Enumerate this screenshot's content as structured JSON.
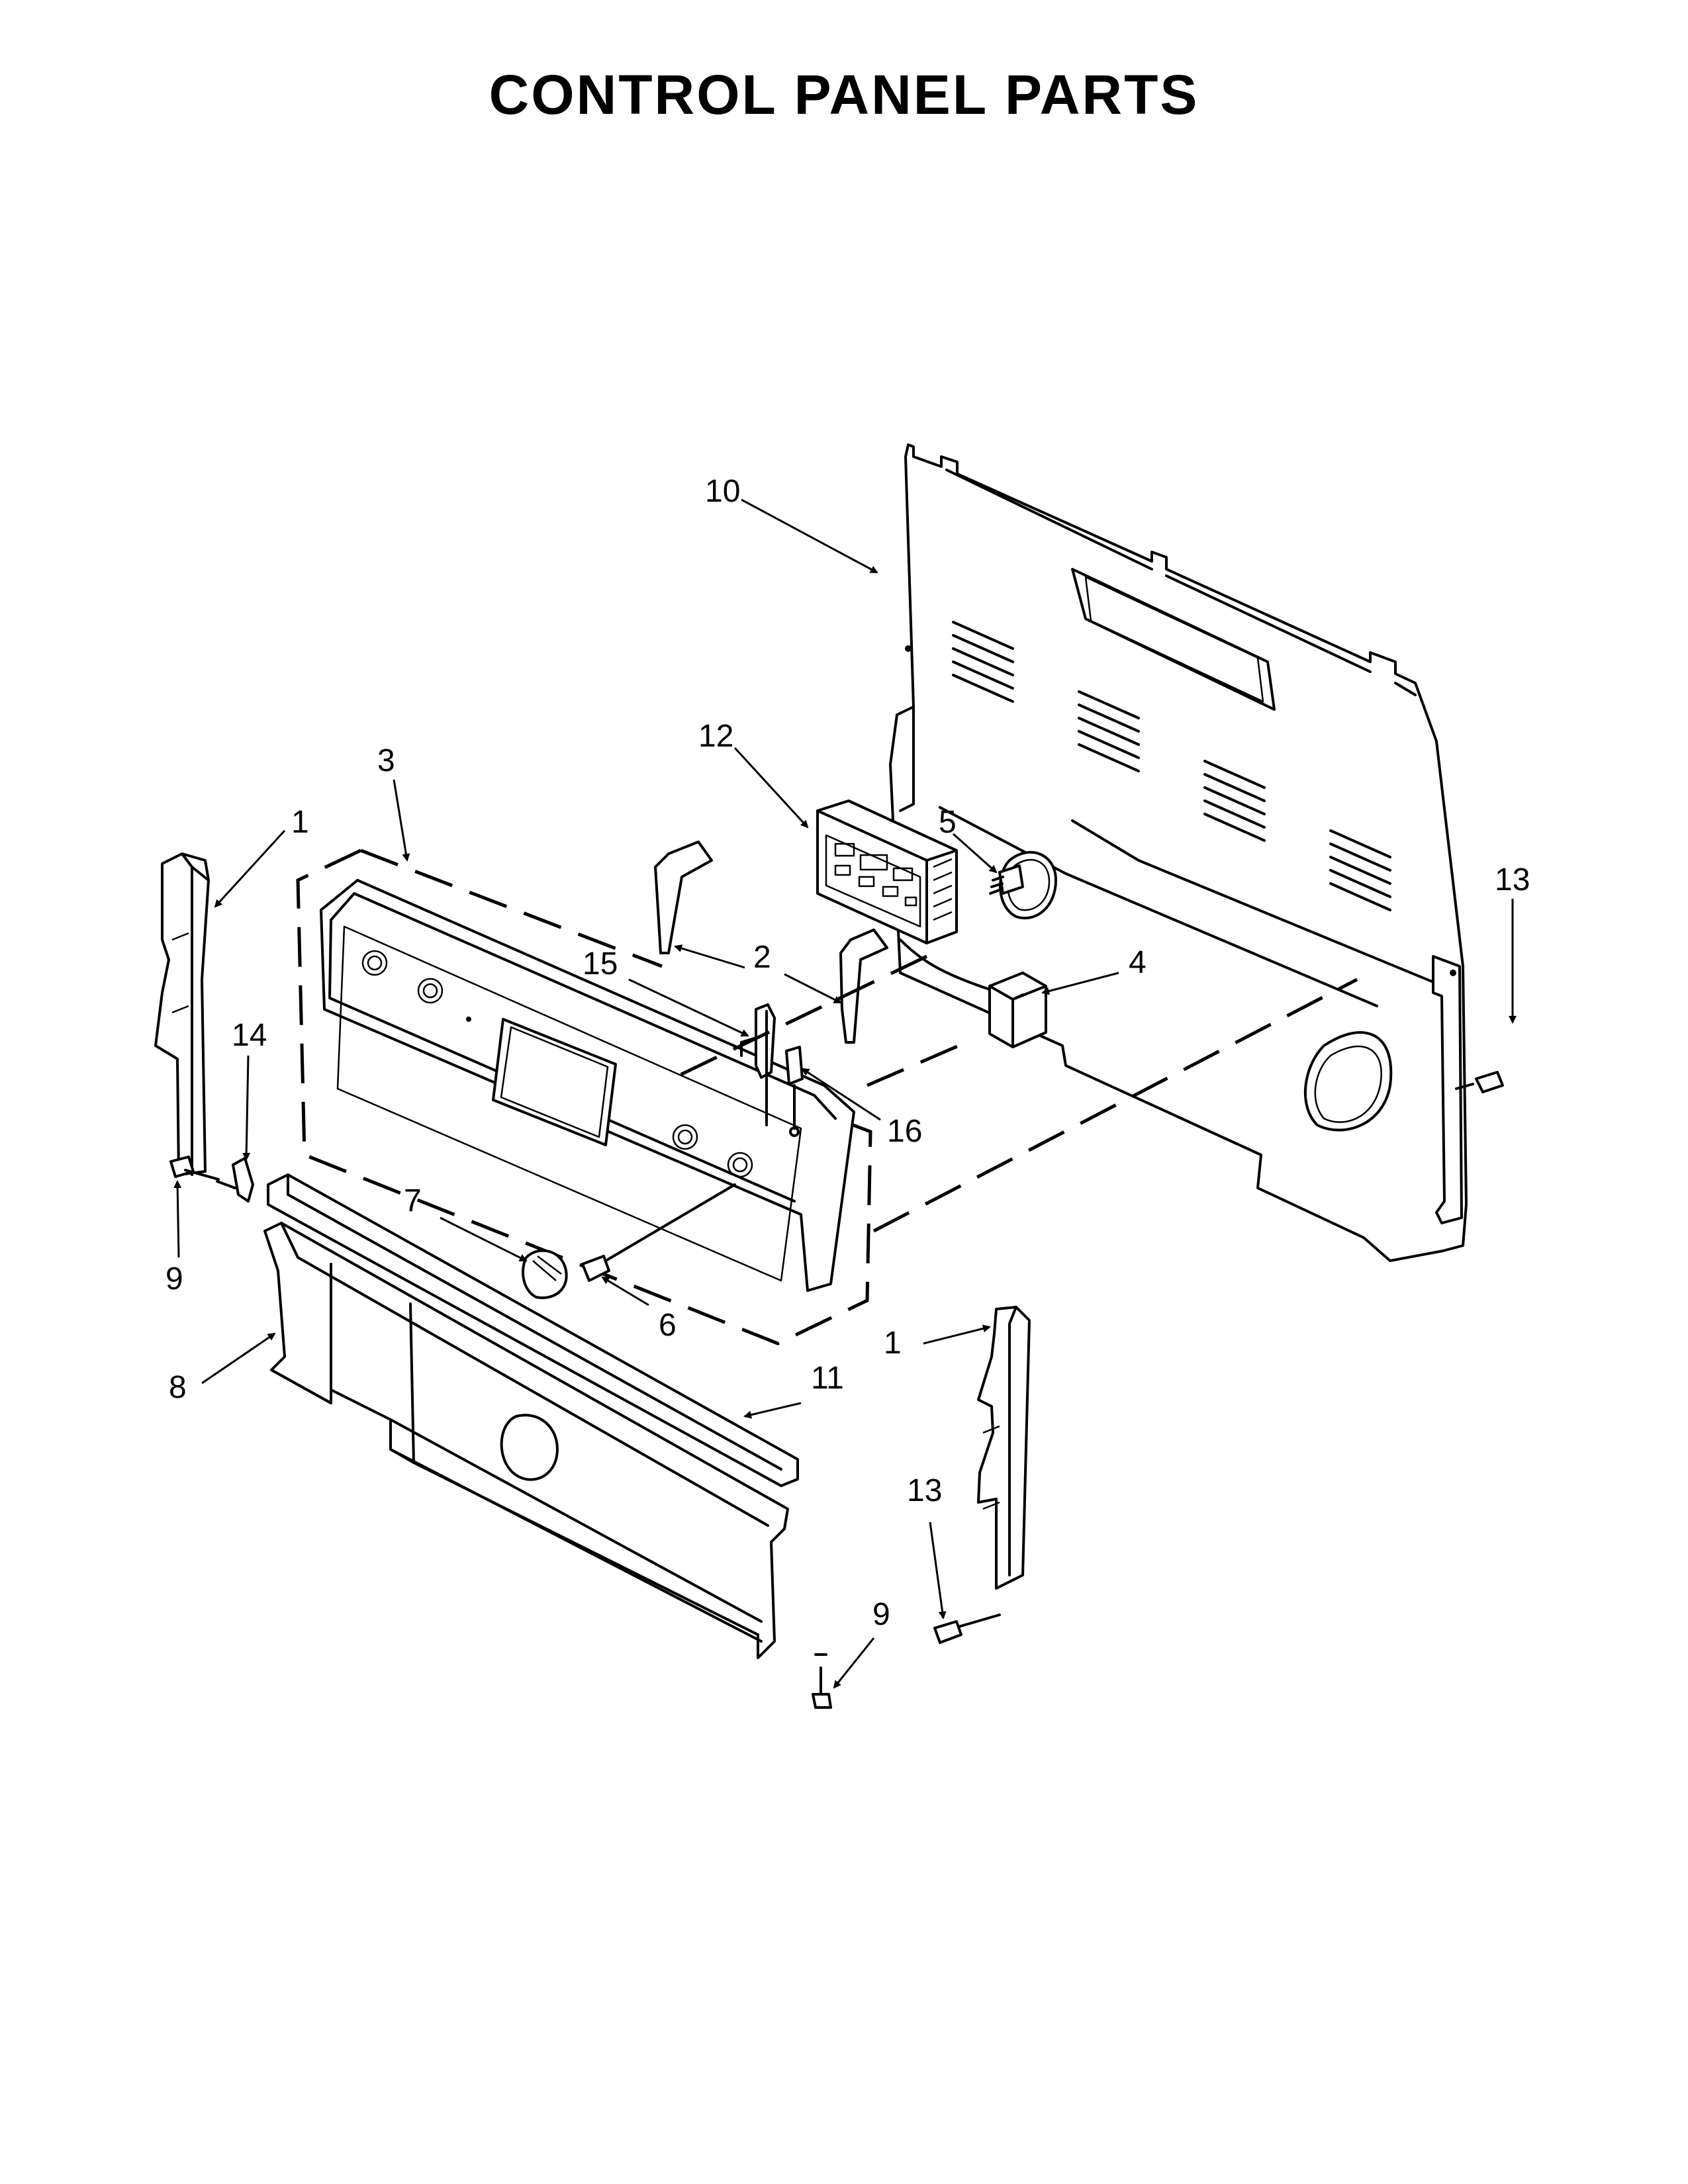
{
  "title": "CONTROL PANEL PARTS",
  "callouts": [
    {
      "id": "c10",
      "label": "10"
    },
    {
      "id": "c12",
      "label": "12"
    },
    {
      "id": "c3",
      "label": "3"
    },
    {
      "id": "c5",
      "label": "5"
    },
    {
      "id": "c1a",
      "label": "1"
    },
    {
      "id": "c13a",
      "label": "13"
    },
    {
      "id": "c15",
      "label": "15"
    },
    {
      "id": "c2",
      "label": "2"
    },
    {
      "id": "c4",
      "label": "4"
    },
    {
      "id": "c14",
      "label": "14"
    },
    {
      "id": "c16",
      "label": "16"
    },
    {
      "id": "c9a",
      "label": "9"
    },
    {
      "id": "c7",
      "label": "7"
    },
    {
      "id": "c6",
      "label": "6"
    },
    {
      "id": "c8",
      "label": "8"
    },
    {
      "id": "c11",
      "label": "11"
    },
    {
      "id": "c1b",
      "label": "1"
    },
    {
      "id": "c13b",
      "label": "13"
    },
    {
      "id": "c9b",
      "label": "9"
    }
  ]
}
